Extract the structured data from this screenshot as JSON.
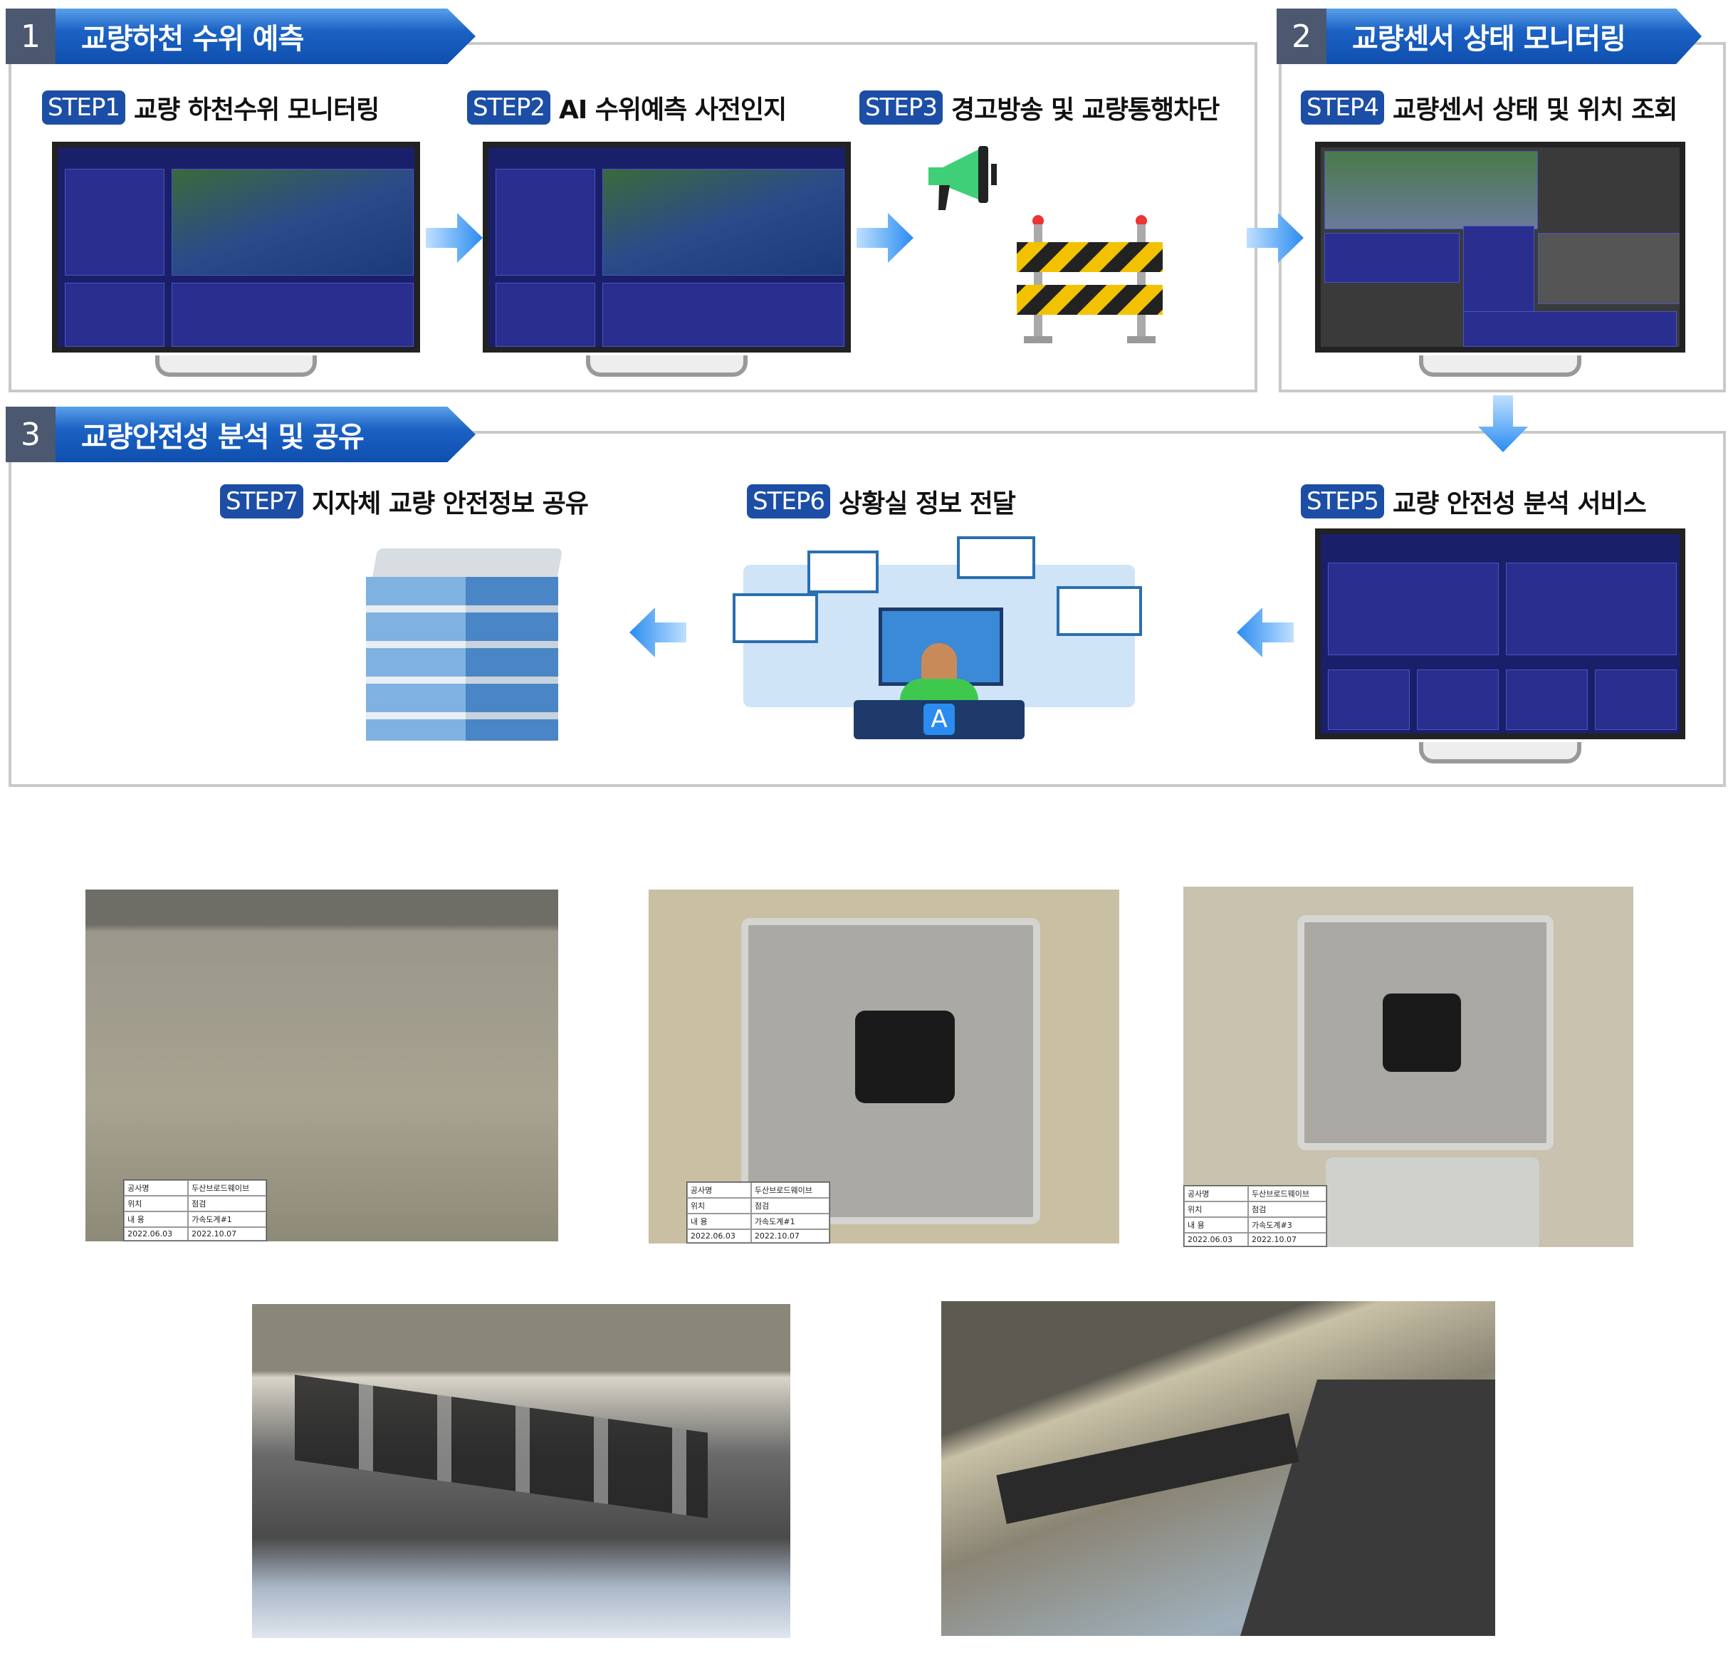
{
  "sections": [
    {
      "num": "1",
      "title": "교량하천 수위 예측"
    },
    {
      "num": "2",
      "title": "교량센서 상태 모니터링"
    },
    {
      "num": "3",
      "title": "교량안전성 분석 및 공유"
    }
  ],
  "steps": [
    {
      "badge": "STEP1",
      "label": "교량 하천수위 모니터링"
    },
    {
      "badge": "STEP2",
      "label": "AI 수위예측 사전인지"
    },
    {
      "badge": "STEP3",
      "label": "경고방송 및 교량통행차단"
    },
    {
      "badge": "STEP4",
      "label": "교량센서 상태 및 위치 조회"
    },
    {
      "badge": "STEP5",
      "label": "교량 안전성 분석 서비스"
    },
    {
      "badge": "STEP6",
      "label": "상황실 정보 전달"
    },
    {
      "badge": "STEP7",
      "label": "지자체 교량 안전정보 공유"
    }
  ],
  "operator_badge": "A",
  "photo_tags": [
    {
      "r1a": "공사명",
      "r1b": "두산브로드웨이브",
      "r2a": "위치",
      "r2b": "점검",
      "r3a": "내 용",
      "r3b": "가속도계#1",
      "r4a": "2022.06.03",
      "r4b": "2022.10.07"
    },
    {
      "r1a": "공사명",
      "r1b": "두산브로드웨이브",
      "r2a": "위치",
      "r2b": "점검",
      "r3a": "내 용",
      "r3b": "가속도계#1",
      "r4a": "2022.06.03",
      "r4b": "2022.10.07"
    },
    {
      "r1a": "공사명",
      "r1b": "두산브로드웨이브",
      "r2a": "위치",
      "r2b": "점검",
      "r3a": "내 용",
      "r3b": "가속도계#3",
      "r4a": "2022.06.03",
      "r4b": "2022.10.07"
    }
  ],
  "colors": {
    "accent": "#1b62c4",
    "badge": "#1c4ea6",
    "arrow": "#2a8cf0"
  }
}
